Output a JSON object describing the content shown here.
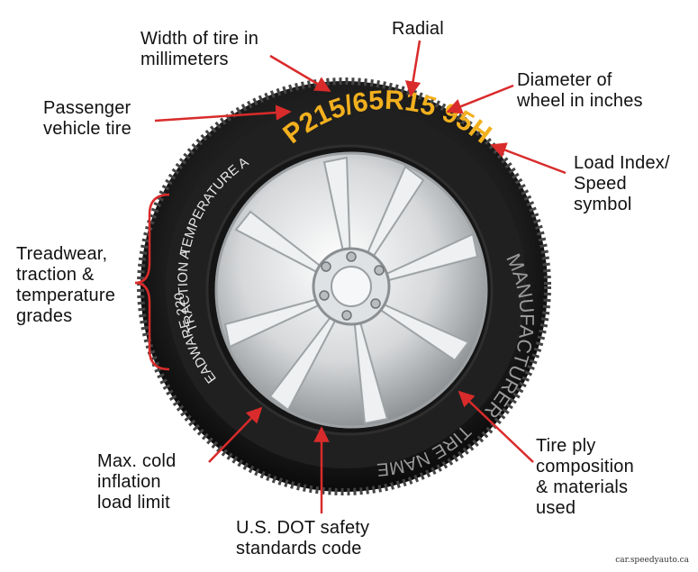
{
  "tire_code": "P215/65R15 95H",
  "sidewall": {
    "temperature": "TEMPERATURE A",
    "traction": "TRACTION A",
    "treadwear": "TREADWARE 220",
    "manufacturer": "MANUFACTURER",
    "tire_name": "TIRE NAME"
  },
  "callouts": {
    "width": {
      "line1": "Width of tire in",
      "line2": "millimeters"
    },
    "radial": {
      "line1": "Radial"
    },
    "diameter": {
      "line1": "Diameter of",
      "line2": "wheel in inches"
    },
    "passenger": {
      "line1": "Passenger",
      "line2": "vehicle tire"
    },
    "load": {
      "line1": "Load Index/",
      "line2": "Speed",
      "line3": "symbol"
    },
    "grades": {
      "line1": "Treadwear,",
      "line2": "traction &",
      "line3": "temperature",
      "line4": "grades"
    },
    "inflation": {
      "line1": "Max. cold",
      "line2": "inflation",
      "line3": "load limit"
    },
    "ply": {
      "line1": "Tire ply",
      "line2": "composition",
      "line3": "& materials",
      "line4": "used"
    },
    "dot": {
      "line1": "U.S. DOT safety",
      "line2": "standards code"
    }
  },
  "credit": "car.speedyauto.ca",
  "colors": {
    "arrow": "#d92b2b",
    "tire_code": "#f2b01e",
    "bracket": "#d92b2b"
  }
}
